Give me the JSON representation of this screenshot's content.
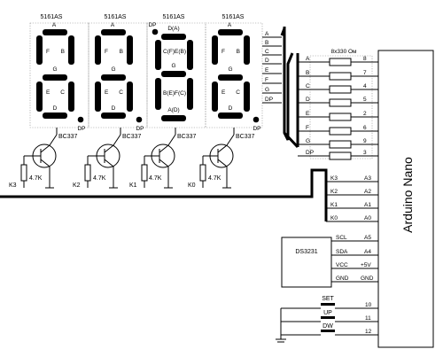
{
  "displays": [
    {
      "part": "5161AS",
      "segs": {
        "a": "A",
        "b": "B",
        "c": "C",
        "d": "D",
        "e": "E",
        "f": "F",
        "g": "G",
        "dp": "DP"
      }
    },
    {
      "part": "5161AS",
      "segs": {
        "a": "A",
        "b": "B",
        "c": "C",
        "d": "D",
        "e": "E",
        "f": "F",
        "g": "G",
        "dp": "DP"
      }
    },
    {
      "part": "5161AS",
      "dp_top": "DP",
      "segs": {
        "a": "D(A)",
        "b": "E(B)",
        "c": "F(C)",
        "d": "A(D)",
        "e": "B(E)",
        "f": "C(F)",
        "g": "G",
        "dp": ""
      }
    },
    {
      "part": "5161AS",
      "segs": {
        "a": "A",
        "b": "B",
        "c": "C",
        "d": "D",
        "e": "E",
        "f": "F",
        "g": "G",
        "dp": "DP"
      }
    }
  ],
  "bus_labels": [
    "A",
    "B",
    "C",
    "D",
    "E",
    "F",
    "G",
    "DP"
  ],
  "resistor_array": {
    "title": "8x330 Ом",
    "left_labels": [
      "A",
      "B",
      "C",
      "D",
      "E",
      "F",
      "G",
      "DP"
    ],
    "pins": [
      "8",
      "7",
      "4",
      "5",
      "2",
      "6",
      "9",
      "3"
    ]
  },
  "transistors": [
    {
      "model": "BC337",
      "resistor": "4.7K",
      "key": "K3"
    },
    {
      "model": "BC337",
      "resistor": "4.7K",
      "key": "K2"
    },
    {
      "model": "BC337",
      "resistor": "4.7K",
      "key": "K1"
    },
    {
      "model": "BC337",
      "resistor": "4.7K",
      "key": "K0"
    }
  ],
  "k_labels": [
    "K3",
    "K2",
    "K1",
    "K0"
  ],
  "arduino": {
    "title": "Arduino Nano",
    "k_pins": [
      "A3",
      "A2",
      "A1",
      "A0"
    ],
    "rtc_pins": [
      "A5",
      "A4",
      "+5V",
      "GND"
    ],
    "button_pins": [
      "10",
      "11",
      "12"
    ]
  },
  "rtc": {
    "name": "DS3231",
    "pins": [
      "SCL",
      "SDA",
      "VCC",
      "GND"
    ]
  },
  "buttons": [
    "SET",
    "UP",
    "DW"
  ]
}
